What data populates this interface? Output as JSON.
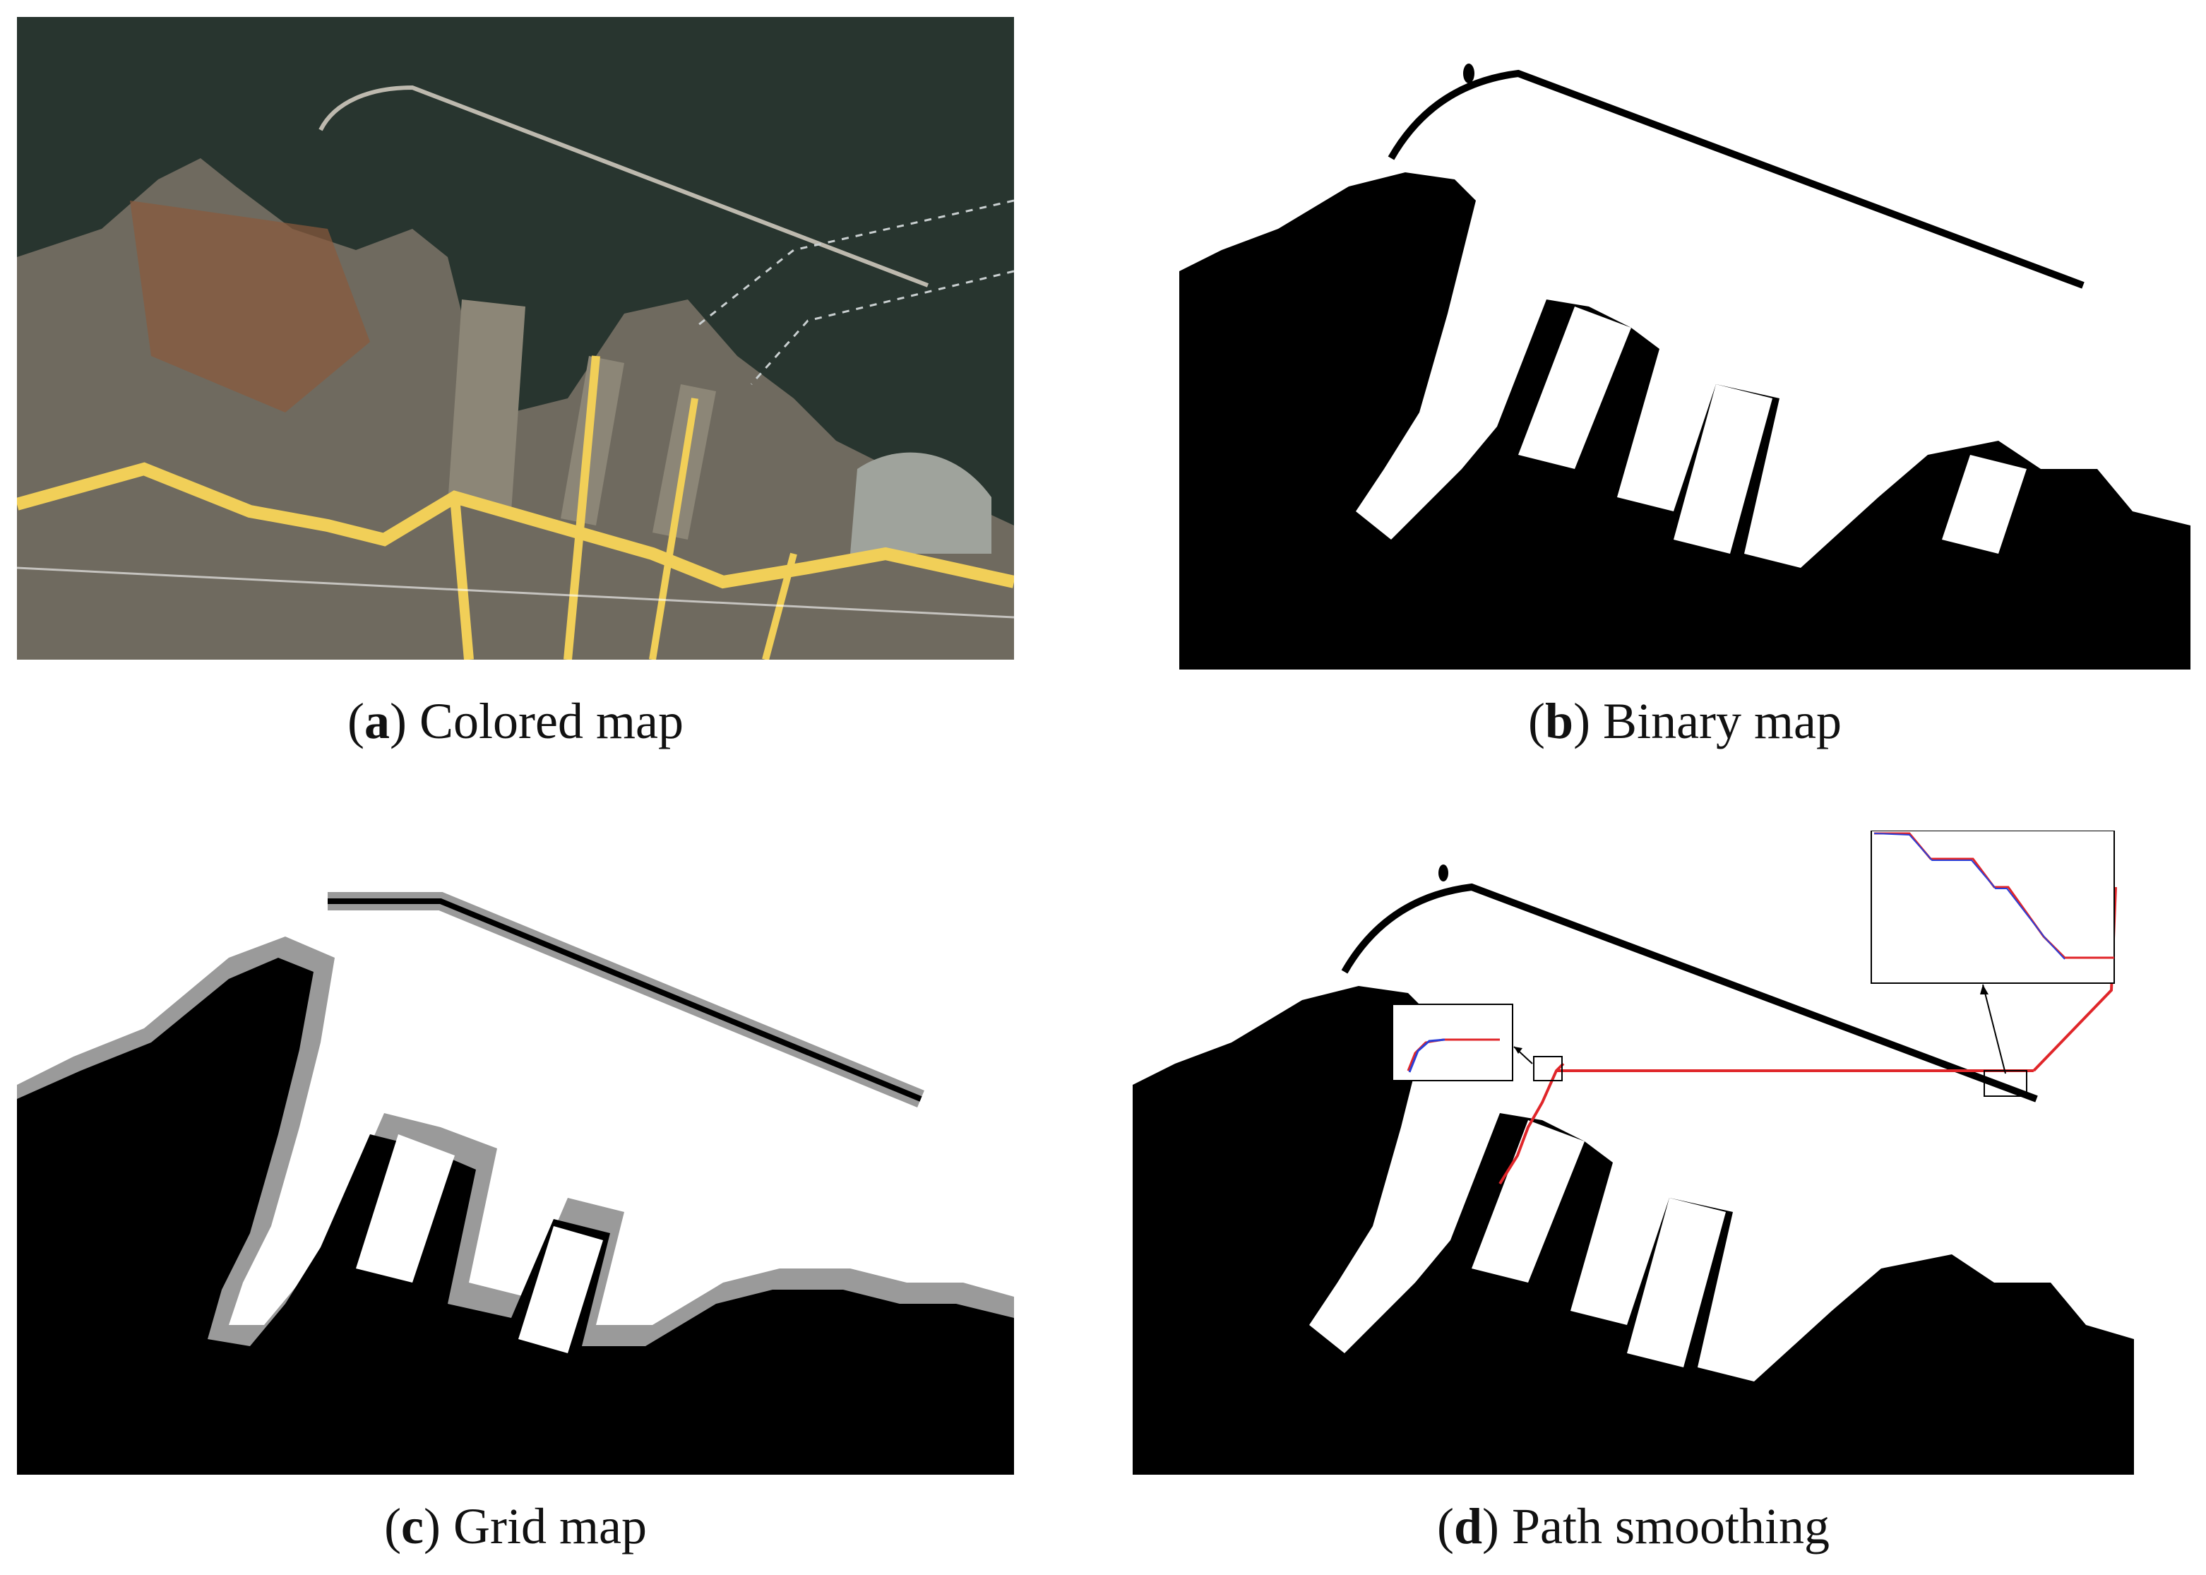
{
  "panels": [
    {
      "letter": "a",
      "caption": "Colored map"
    },
    {
      "letter": "b",
      "caption": "Binary map"
    },
    {
      "letter": "c",
      "caption": "Grid map"
    },
    {
      "letter": "d",
      "caption": "Path smoothing"
    }
  ],
  "colors": {
    "sea": "#28352f",
    "land_satellite": "#6f6a5f",
    "road": "#f1cf58",
    "obstacle": "#000000",
    "free_space": "#ffffff",
    "grid_buffer": "#9a9a9a",
    "path_red": "#e0262a",
    "path_blue": "#2a3fd8"
  }
}
